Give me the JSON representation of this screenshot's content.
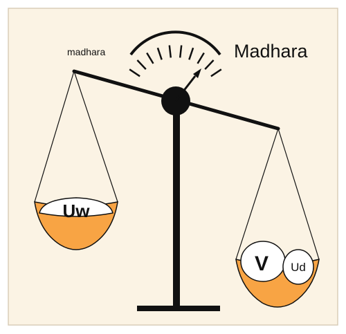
{
  "labels": {
    "gauge_left": "madhara",
    "gauge_right": "Madhara"
  },
  "left_pan": {
    "content": "Uw"
  },
  "right_pan": {
    "content_large": "V",
    "content_small": "Ud"
  },
  "colors": {
    "background_panel": "#fbf3e4",
    "panel_border": "#d9cdb8",
    "pan_fill": "#f8a444",
    "content_fill": "#ffffff",
    "ink": "#111111"
  }
}
